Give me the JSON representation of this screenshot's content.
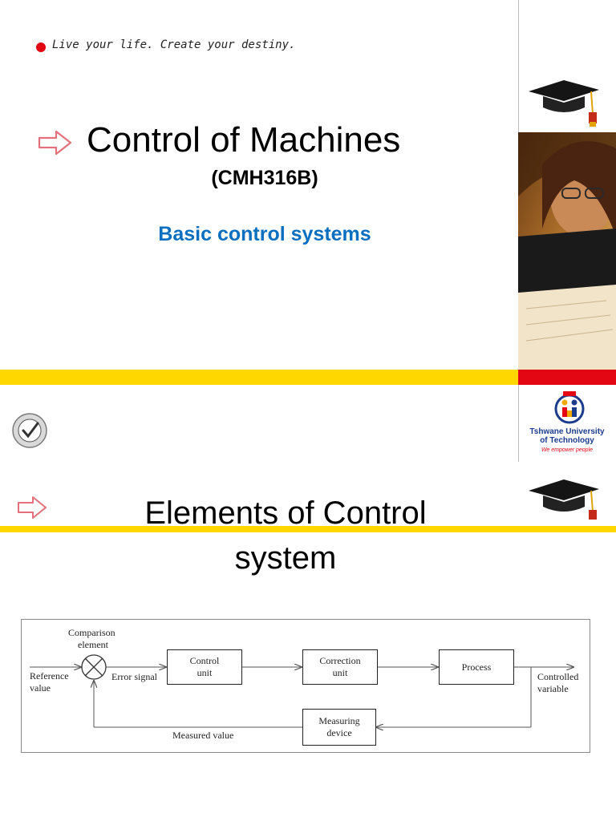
{
  "slide1": {
    "tagline": "Live your life. Create your destiny.",
    "title": "Control of Machines",
    "course_code": "(CMH316B)",
    "subtitle": "Basic control systems",
    "university": {
      "name_line1": "Tshwane University",
      "name_line2": "of Technology",
      "slogan": "We empower people"
    }
  },
  "slide2": {
    "title": "Elements of Control system",
    "diagram": {
      "comparison_label_1": "Comparison",
      "comparison_label_2": "element",
      "reference_1": "Reference",
      "reference_2": "value",
      "error_signal": "Error signal",
      "control_unit_1": "Control",
      "control_unit_2": "unit",
      "correction_unit_1": "Correction",
      "correction_unit_2": "unit",
      "process": "Process",
      "controlled_1": "Controlled",
      "controlled_2": "variable",
      "measuring_1": "Measuring",
      "measuring_2": "device",
      "measured_value": "Measured value"
    }
  },
  "colors": {
    "accent_red": "#e30613",
    "band_yellow": "#ffd700",
    "subtitle_blue": "#0b6fc0"
  }
}
